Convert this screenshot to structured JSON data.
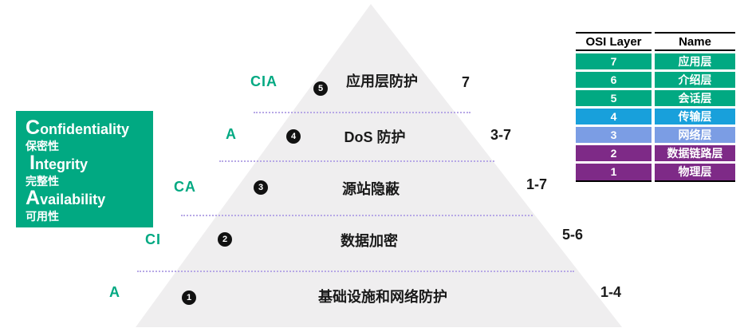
{
  "colors": {
    "brand_green": "#01a982",
    "pyramid_gray": "#efeeef",
    "dotted_line": "#b7a8e6",
    "badge_black": "#111111",
    "table_blue": "#18a0db",
    "table_periwinkle": "#7b9de4",
    "table_purple": "#7e2a87",
    "text_black": "#1a1a1a",
    "text_white": "#ffffff"
  },
  "cia_box": {
    "lines": [
      {
        "initial": "C",
        "rest": "onfidentiality",
        "zh": "保密性"
      },
      {
        "initial": "I",
        "rest": "ntegrity",
        "zh": "完整性"
      },
      {
        "initial": "A",
        "rest": "vailability",
        "zh": "可用性"
      }
    ]
  },
  "pyramid": {
    "levels": [
      {
        "num": "5",
        "cia": "CIA",
        "label": "应用层防护",
        "range": "7"
      },
      {
        "num": "4",
        "cia": "A",
        "label": "DoS 防护",
        "range": "3-7"
      },
      {
        "num": "3",
        "cia": "CA",
        "label": "源站隐蔽",
        "range": "1-7"
      },
      {
        "num": "2",
        "cia": "CI",
        "label": "数据加密",
        "range": "5-6"
      },
      {
        "num": "1",
        "cia": "A",
        "label": "基础设施和网络防护",
        "range": "1-4"
      }
    ]
  },
  "osi_table": {
    "headers": [
      "OSI Layer",
      "Name"
    ],
    "rows": [
      {
        "layer": "7",
        "name": "应用层",
        "color": "#01a982"
      },
      {
        "layer": "6",
        "name": "介绍层",
        "color": "#01a982"
      },
      {
        "layer": "5",
        "name": "会话层",
        "color": "#01a982"
      },
      {
        "layer": "4",
        "name": "传输层",
        "color": "#18a0db"
      },
      {
        "layer": "3",
        "name": "网络层",
        "color": "#7b9de4"
      },
      {
        "layer": "2",
        "name": "数据链路层",
        "color": "#7e2a87"
      },
      {
        "layer": "1",
        "name": "物理层",
        "color": "#7e2a87"
      }
    ]
  }
}
